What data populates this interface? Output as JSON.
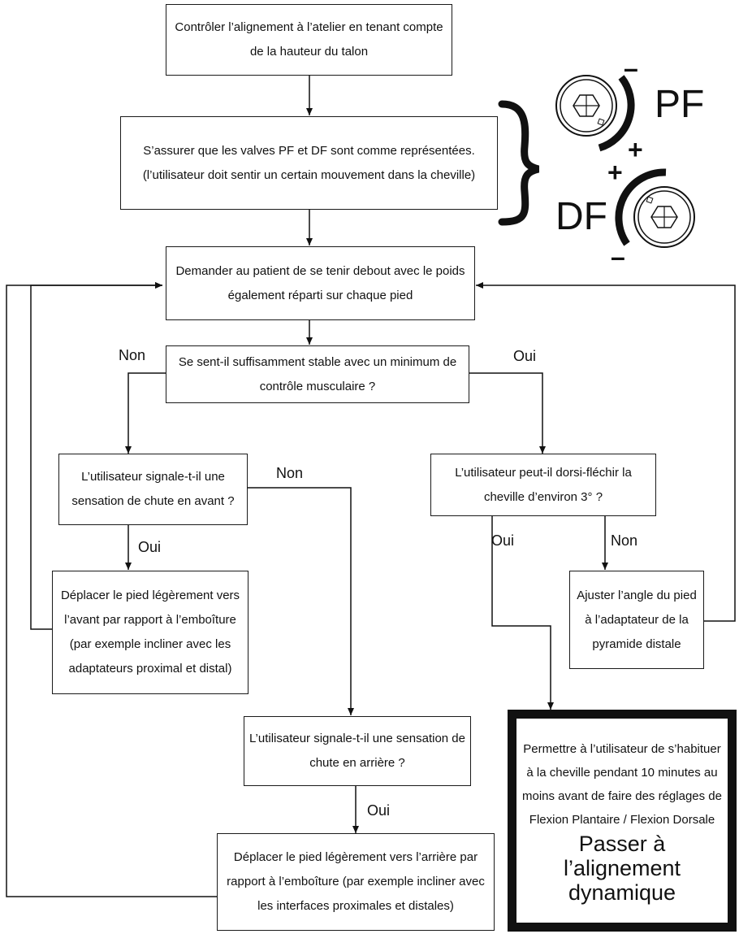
{
  "steps": {
    "check_alignment": "Contrôler l’alignement à l’atelier en tenant compte de la hauteur du talon",
    "valves": "S’assurer que les valves PF et DF sont comme représentées. (l’utilisateur doit sentir un certain mouvement dans la cheville)",
    "stand": "Demander au patient de se tenir debout avec le poids également réparti sur chaque pied",
    "stable_question": "Se sent-il suffisamment stable avec un minimum de contrôle musculaire ?",
    "fall_forward_question": "L’utilisateur signale-t-il une sensation de chute en avant ?",
    "move_forward": "Déplacer le pied légèrement vers l’avant par rapport à l’emboîture (par exemple incliner avec les adaptateurs proximal et distal)",
    "fall_back_question": "L’utilisateur signale-t-il une sensation de chute en arrière ?",
    "move_back": "Déplacer le pied légèrement vers l’arrière par rapport à l’emboîture (par exemple incliner avec les interfaces proximales et distales)",
    "dorsiflex_question": "L’utilisateur peut-il dorsi-fléchir la cheville d’environ 3° ?",
    "adjust_angle": "Ajuster l’angle du pied à l’adaptateur de la pyramide distale",
    "final_text": "Permettre à l’utilisateur de s’habituer à la cheville pendant 10 minutes au moins avant de faire des réglages de Flexion Plantaire / Flexion Dorsale",
    "final_big": "Passer à l’alignement dynamique"
  },
  "labels": {
    "non": "Non",
    "oui": "Oui"
  },
  "valve_icons": {
    "pf_label": "PF",
    "df_label": "DF",
    "minus": "–",
    "plus": "+"
  }
}
